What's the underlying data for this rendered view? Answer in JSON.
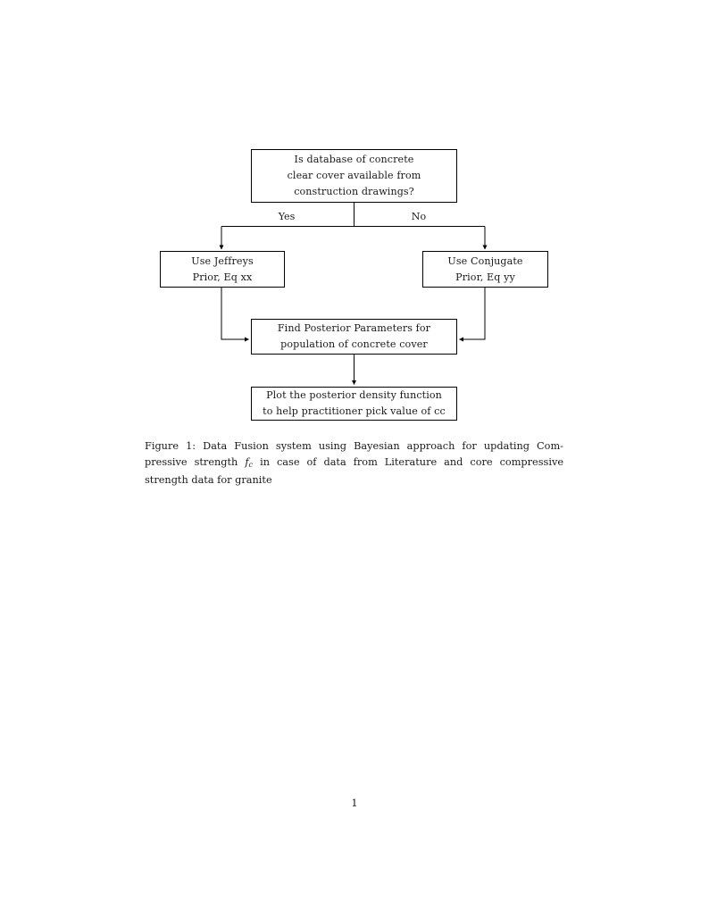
{
  "document": {
    "page_number": "1",
    "background_color": "#ffffff",
    "text_color": "#1a1a1a",
    "line_color": "#000000"
  },
  "figure": {
    "type": "flowchart",
    "nodes": [
      {
        "id": "question",
        "shape": "rectangle",
        "lines": [
          "Is database of concrete",
          "clear cover available from",
          "construction drawings?"
        ]
      },
      {
        "id": "jeffreys",
        "shape": "rectangle",
        "lines": [
          "Use Jeffreys",
          "Prior, Eq xx"
        ]
      },
      {
        "id": "conjugate",
        "shape": "rectangle",
        "lines": [
          "Use Conjugate",
          "Prior, Eq yy"
        ]
      },
      {
        "id": "posterior",
        "shape": "rectangle",
        "lines": [
          "Find Posterior Parameters for",
          "population of concrete cover"
        ]
      },
      {
        "id": "plot",
        "shape": "rectangle",
        "lines": [
          "Plot the posterior density function",
          "to help practitioner pick value of cc"
        ]
      }
    ],
    "edge_labels": {
      "yes": "Yes",
      "no": "No"
    },
    "edges": [
      {
        "from": "question",
        "to": "jeffreys",
        "label": "Yes"
      },
      {
        "from": "question",
        "to": "conjugate",
        "label": "No"
      },
      {
        "from": "jeffreys",
        "to": "posterior",
        "label": ""
      },
      {
        "from": "conjugate",
        "to": "posterior",
        "label": ""
      },
      {
        "from": "posterior",
        "to": "plot",
        "label": ""
      }
    ]
  },
  "caption": {
    "label": "Figure 1:",
    "part1": "Data Fusion system using Bayesian approach for updating Com-pressive strength",
    "math": "f",
    "math_sub": "c",
    "part2": "in case of data from Literature and core compressive strength data for granite",
    "full_text": "Figure 1: Data Fusion system using Bayesian approach for updating Compressive strength f_c in case of data from Literature and core compressive strength data for granite"
  }
}
